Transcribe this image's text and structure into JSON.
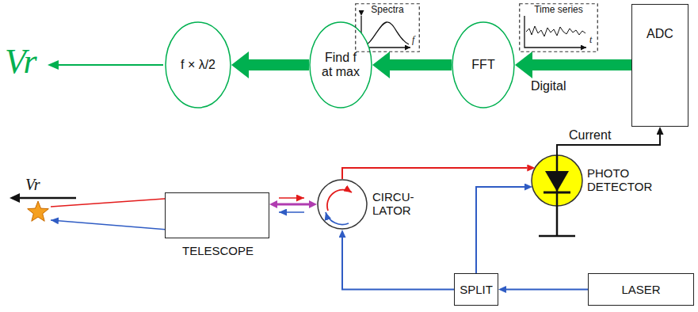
{
  "diagram": {
    "nodes": [
      {
        "text": [
          "f × λ/2"
        ]
      },
      {
        "text": [
          "Find f at max"
        ]
      },
      {
        "text": [
          "FFT"
        ]
      },
      {
        "text": [
          "ADC"
        ]
      },
      {
        "text": [
          "Spectra"
        ]
      },
      {
        "text": [
          "Time series"
        ]
      },
      {
        "text": [
          "TELESCOPE"
        ]
      },
      {
        "text": [
          "CIRCU- LATOR"
        ]
      },
      {
        "text": [
          "PHOTO DETECTOR"
        ]
      },
      {
        "text": [
          "SPLIT"
        ]
      },
      {
        "text": [
          "LASER"
        ]
      }
    ],
    "edges": [
      {
        "from": 3,
        "to": 2,
        "arrow": "to",
        "label": "Digital"
      },
      {
        "from": 2,
        "to": 1,
        "arrow": "to"
      },
      {
        "from": 1,
        "to": 0,
        "arrow": "to"
      },
      {
        "from": 8,
        "to": 3,
        "arrow": "to",
        "label": "Current"
      },
      {
        "from": 10,
        "to": 9,
        "arrow": "to"
      },
      {
        "from": 9,
        "to": 7,
        "arrow": "to"
      },
      {
        "from": 9,
        "to": 8,
        "arrow": "to"
      },
      {
        "from": 7,
        "to": 8,
        "arrow": "to"
      },
      {
        "from": 6,
        "to": 7,
        "arrow": "both"
      }
    ],
    "labels": [
      "Vr",
      "f",
      "t",
      "Vr"
    ]
  }
}
